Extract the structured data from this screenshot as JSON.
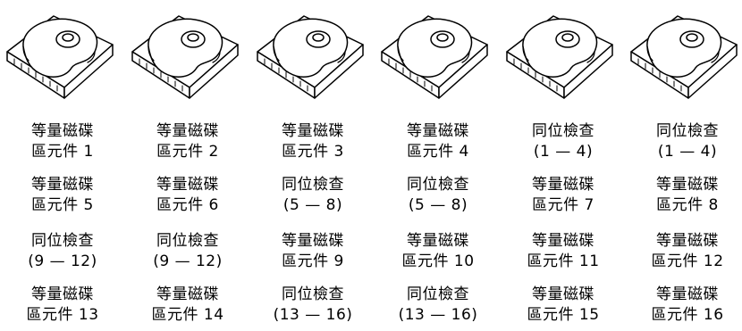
{
  "disks": [
    "disk-1",
    "disk-2",
    "disk-3",
    "disk-4",
    "disk-5",
    "disk-6"
  ],
  "rows": [
    [
      {
        "l1": "等量磁碟",
        "l2": "區元件 1"
      },
      {
        "l1": "等量磁碟",
        "l2": "區元件 2"
      },
      {
        "l1": "等量磁碟",
        "l2": "區元件 3"
      },
      {
        "l1": "等量磁碟",
        "l2": "區元件 4"
      },
      {
        "l1": "同位檢查",
        "l2": "(1 — 4)"
      },
      {
        "l1": "同位檢查",
        "l2": "(1 — 4)"
      }
    ],
    [
      {
        "l1": "等量磁碟",
        "l2": "區元件 5"
      },
      {
        "l1": "等量磁碟",
        "l2": "區元件 6"
      },
      {
        "l1": "同位檢查",
        "l2": "(5 — 8)"
      },
      {
        "l1": "同位檢查",
        "l2": "(5 — 8)"
      },
      {
        "l1": "等量磁碟",
        "l2": "區元件 7"
      },
      {
        "l1": "等量磁碟",
        "l2": "區元件 8"
      }
    ],
    [
      {
        "l1": "同位檢查",
        "l2": "(9 — 12)"
      },
      {
        "l1": "同位檢查",
        "l2": "(9 — 12)"
      },
      {
        "l1": "等量磁碟",
        "l2": "區元件 9"
      },
      {
        "l1": "等量磁碟",
        "l2": "區元件 10"
      },
      {
        "l1": "等量磁碟",
        "l2": "區元件 11"
      },
      {
        "l1": "等量磁碟",
        "l2": "區元件 12"
      }
    ],
    [
      {
        "l1": "等量磁碟",
        "l2": "區元件 13"
      },
      {
        "l1": "等量磁碟",
        "l2": "區元件 14"
      },
      {
        "l1": "同位檢查",
        "l2": "(13 — 16)"
      },
      {
        "l1": "同位檢查",
        "l2": "(13 — 16)"
      },
      {
        "l1": "等量磁碟",
        "l2": "區元件 15"
      },
      {
        "l1": "等量磁碟",
        "l2": "區元件 16"
      }
    ]
  ]
}
